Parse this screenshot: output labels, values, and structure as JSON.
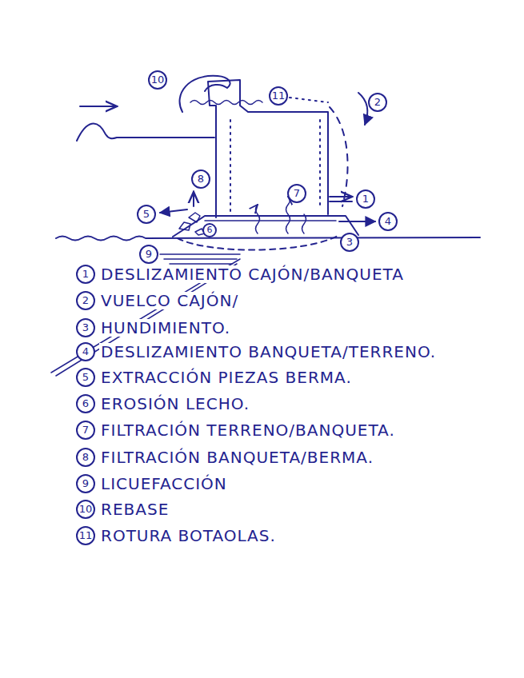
{
  "diagram": {
    "labels": [
      "10",
      "11",
      "2",
      "8",
      "7",
      "1",
      "5",
      "6",
      "4",
      "3",
      "9",
      "1",
      "DESLIZAMIENTO CAJÓN/BANQUETA",
      "2",
      "VUELCO CAJÓN/",
      "3",
      "HUNDIMIENTO.",
      "4",
      "DESLIZAMIENTO BANQUETA/TERRENO.",
      "5",
      "EXTRACCIÓN PIEZAS BERMA.",
      "6",
      "EROSIÓN LECHO.",
      "7",
      "FILTRACIÓN TERRENO/BANQUETA.",
      "8",
      "FILTRACIÓN BANQUETA/BERMA.",
      "9",
      "LICUEFACCIÓN",
      "10",
      "REBASE",
      "11",
      "ROTURA BOTAOLAS."
    ]
  }
}
